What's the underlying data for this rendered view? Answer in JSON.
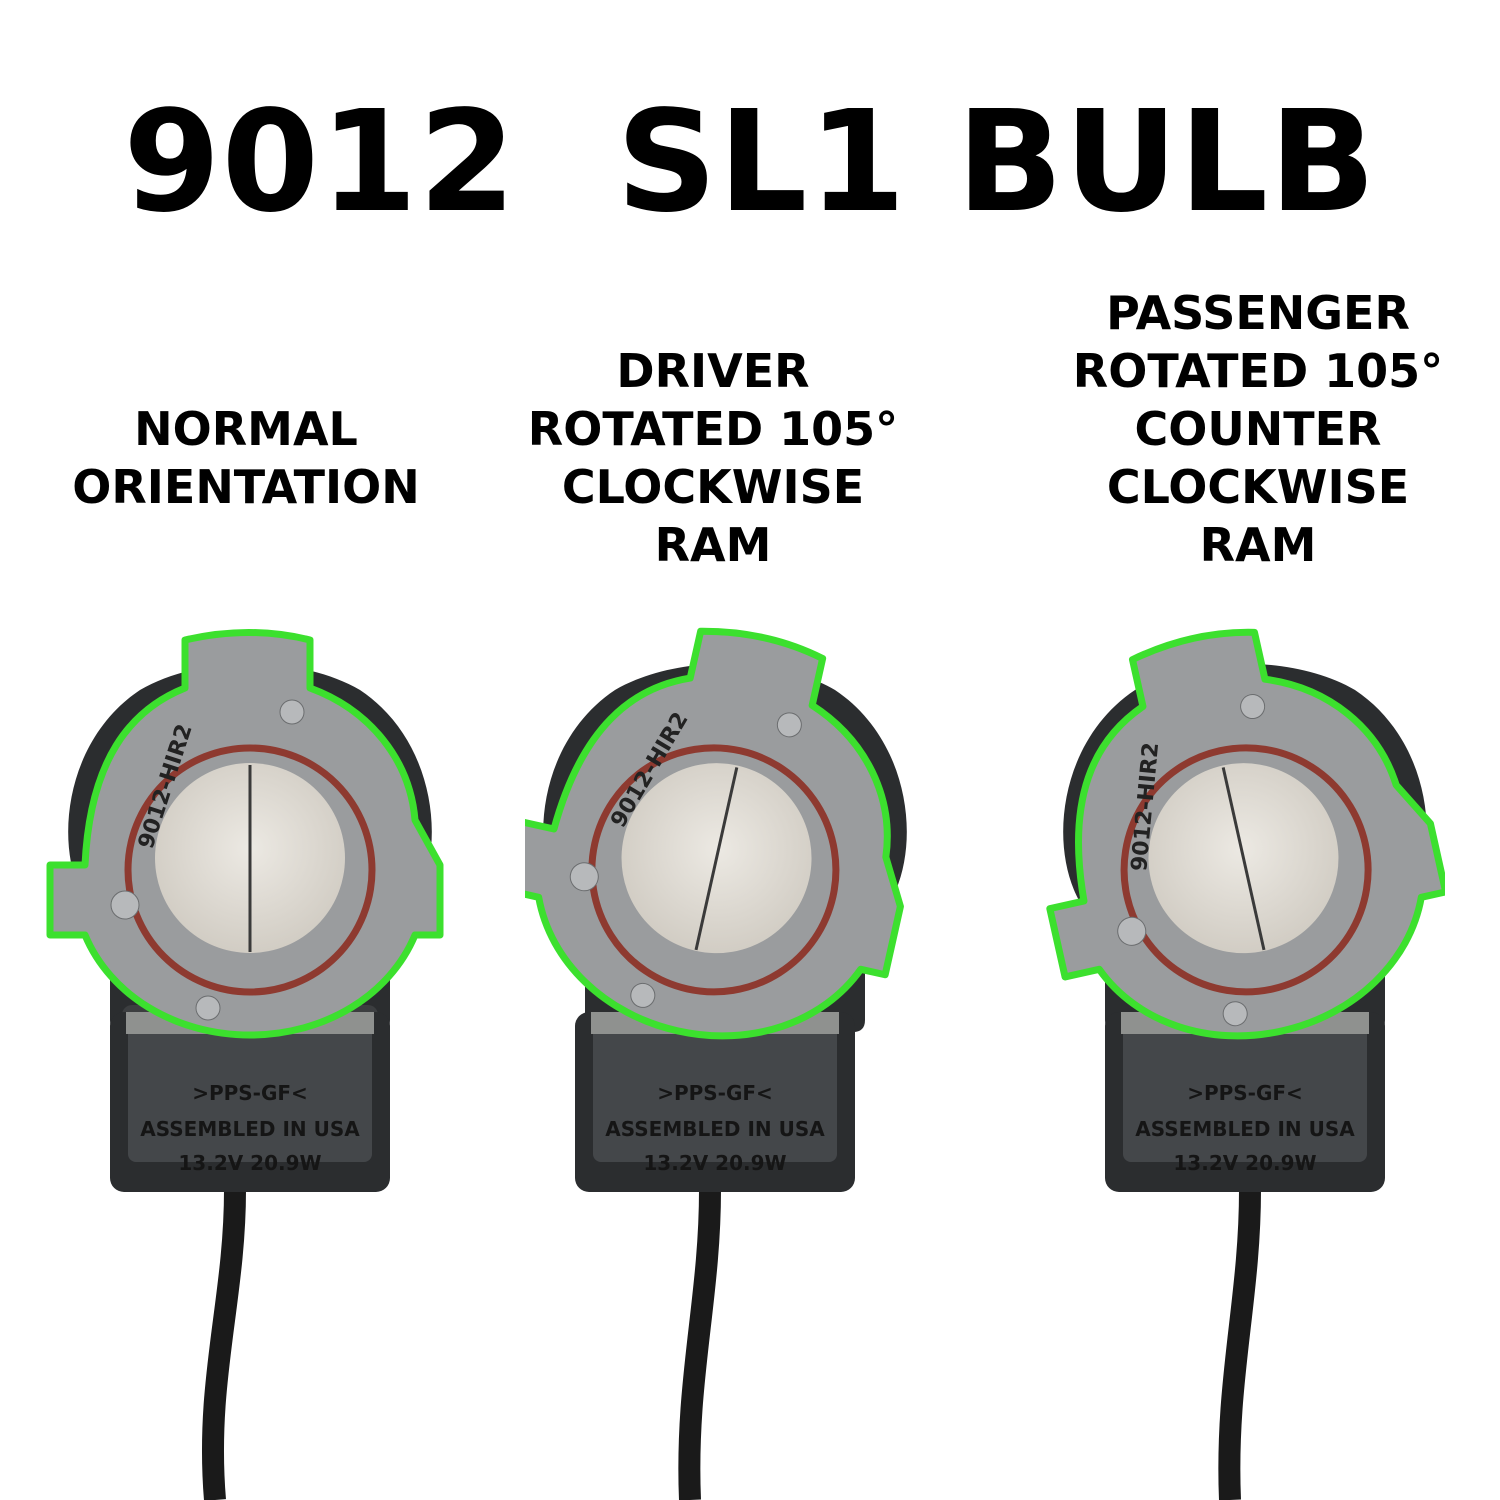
{
  "title": "9012  SL1 BULB",
  "colors": {
    "outline": "#3ce02e",
    "oring": "#8e3a30",
    "housing": "#2b2d2f",
    "metal": "#9a9c9e",
    "led": "#dedad3"
  },
  "columns": [
    {
      "lines": [
        "NORMAL",
        "ORIENTATION"
      ]
    },
    {
      "lines": [
        "DRIVER",
        "ROTATED 105°",
        "CLOCKWISE",
        "RAM"
      ]
    },
    {
      "lines": [
        "PASSENGER",
        "ROTATED 105°",
        "COUNTER",
        "CLOCKWISE",
        "RAM"
      ]
    }
  ],
  "bulbs": [
    {
      "rotation_deg": 0,
      "part_marking": "9012-HIR2",
      "label_lines": [
        ">PPS-GF<",
        "ASSEMBLED  IN USA",
        "13.2V  20.9W"
      ]
    },
    {
      "rotation_deg": 105,
      "part_marking": "9012-HIR2",
      "label_lines": [
        ">PPS-GF<",
        "ASSEMBLED  IN USA",
        "13.2V  20.9W"
      ]
    },
    {
      "rotation_deg": -105,
      "part_marking": "9012-HIR2",
      "label_lines": [
        ">PPS-GF<",
        "ASSEMBLED  IN USA",
        "13.2V  20.9W"
      ]
    }
  ]
}
